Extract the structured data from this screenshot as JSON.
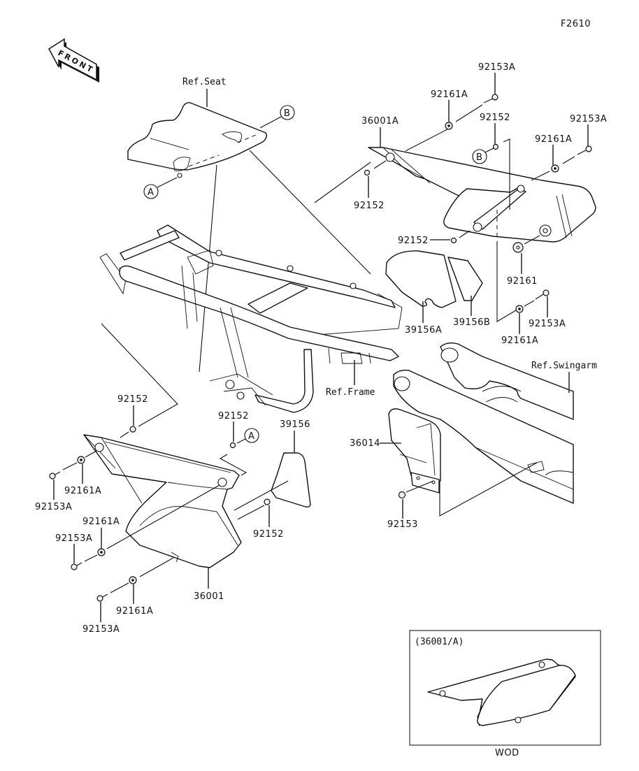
{
  "figure_code": "F2610",
  "front_arrow": {
    "icon": "front-arrow-icon",
    "label": "FRONT"
  },
  "references": {
    "seat": "Ref.Seat",
    "frame": "Ref.Frame",
    "swingarm": "Ref.Swingarm"
  },
  "callouts": {
    "a": "A",
    "b": "B"
  },
  "parts": {
    "p36001A": "36001A",
    "p36001": "36001",
    "p36014": "36014",
    "p39156": "39156",
    "p39156A": "39156A",
    "p39156B": "39156B",
    "p92152": "92152",
    "p92153": "92153",
    "p92153A": "92153A",
    "p92161": "92161",
    "p92161A": "92161A"
  },
  "labels_right": [
    {
      "id": "r_92153A_top",
      "text": "92153A"
    },
    {
      "id": "r_92161A_top",
      "text": "92161A"
    },
    {
      "id": "r_36001A",
      "text": "36001A"
    },
    {
      "id": "r_92152_b",
      "text": "92152"
    },
    {
      "id": "r_92153A_right",
      "text": "92153A"
    },
    {
      "id": "r_92161A_right",
      "text": "92161A"
    },
    {
      "id": "r_92152_left",
      "text": "92152"
    },
    {
      "id": "r_92152_mid",
      "text": "92152"
    },
    {
      "id": "r_92161",
      "text": "92161"
    },
    {
      "id": "r_39156A",
      "text": "39156A"
    },
    {
      "id": "r_39156B",
      "text": "39156B"
    },
    {
      "id": "r_92161A_low",
      "text": "92161A"
    },
    {
      "id": "r_92153A_low",
      "text": "92153A"
    }
  ],
  "labels_left": [
    {
      "id": "l_92152_top",
      "text": "92152"
    },
    {
      "id": "l_92152_a",
      "text": "92152"
    },
    {
      "id": "l_39156",
      "text": "39156"
    },
    {
      "id": "l_92161A_1",
      "text": "92161A"
    },
    {
      "id": "l_92153A_1",
      "text": "92153A"
    },
    {
      "id": "l_92161A_2",
      "text": "92161A"
    },
    {
      "id": "l_92153A_2",
      "text": "92153A"
    },
    {
      "id": "l_92152_r",
      "text": "92152"
    },
    {
      "id": "l_36001",
      "text": "36001"
    },
    {
      "id": "l_92161A_3",
      "text": "92161A"
    },
    {
      "id": "l_92153A_3",
      "text": "92153A"
    }
  ],
  "labels_swingarm": [
    {
      "id": "s_36014",
      "text": "36014"
    },
    {
      "id": "s_92153",
      "text": "92153"
    }
  ],
  "inset": {
    "title": "(36001/A)",
    "caption": "WOD"
  }
}
